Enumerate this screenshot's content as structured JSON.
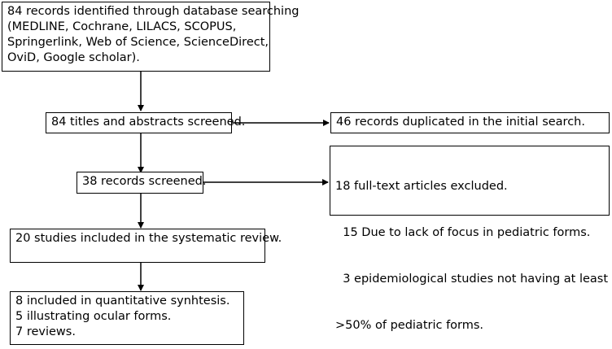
{
  "boxes": {
    "identified": [
      "84 records identified through database searching",
      "(MEDLINE, Cochrane, LILACS, SCOPUS,",
      "Springerlink, Web of Science, ScienceDirect,",
      "OviD, Google scholar)."
    ],
    "screened_titles": [
      "84 titles and abstracts screened."
    ],
    "duplicated": [
      "46 records duplicated in the initial search."
    ],
    "excluded": [
      "18 full-text articles excluded.",
      "  15 Due to lack of focus in pediatric forms.",
      "  3 epidemiological studies not having at least",
      ">50% of pediatric forms."
    ],
    "records_screened": [
      "38 records screened."
    ],
    "included_review": [
      "20 studies included in the systematic review."
    ],
    "synthesis": [
      "8 included in quantitative synhtesis.",
      "5 illustrating ocular forms.",
      "7 reviews."
    ]
  }
}
